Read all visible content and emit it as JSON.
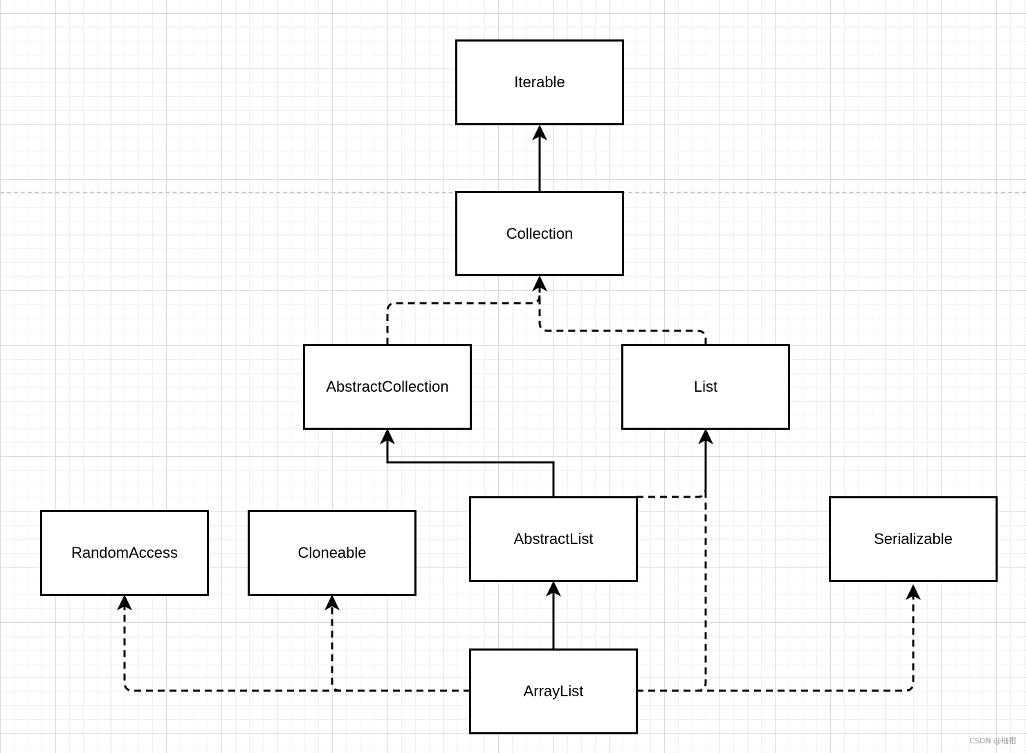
{
  "nodes": {
    "iterable": "Iterable",
    "collection": "Collection",
    "abstract_collection": "AbstractCollection",
    "list": "List",
    "random_access": "RandomAccess",
    "cloneable": "Cloneable",
    "abstract_list": "AbstractList",
    "serializable": "Serializable",
    "array_list": "ArrayList"
  },
  "edges": [
    {
      "from": "Collection",
      "to": "Iterable",
      "style": "solid"
    },
    {
      "from": "AbstractCollection",
      "to": "Collection",
      "style": "dashed"
    },
    {
      "from": "List",
      "to": "Collection",
      "style": "dashed"
    },
    {
      "from": "AbstractList",
      "to": "AbstractCollection",
      "style": "solid"
    },
    {
      "from": "AbstractList",
      "to": "List",
      "style": "dashed"
    },
    {
      "from": "ArrayList",
      "to": "AbstractList",
      "style": "solid"
    },
    {
      "from": "ArrayList",
      "to": "List",
      "style": "dashed"
    },
    {
      "from": "ArrayList",
      "to": "RandomAccess",
      "style": "dashed"
    },
    {
      "from": "ArrayList",
      "to": "Cloneable",
      "style": "dashed"
    },
    {
      "from": "ArrayList",
      "to": "Serializable",
      "style": "dashed"
    }
  ],
  "watermark": "CSDN @柚柑"
}
